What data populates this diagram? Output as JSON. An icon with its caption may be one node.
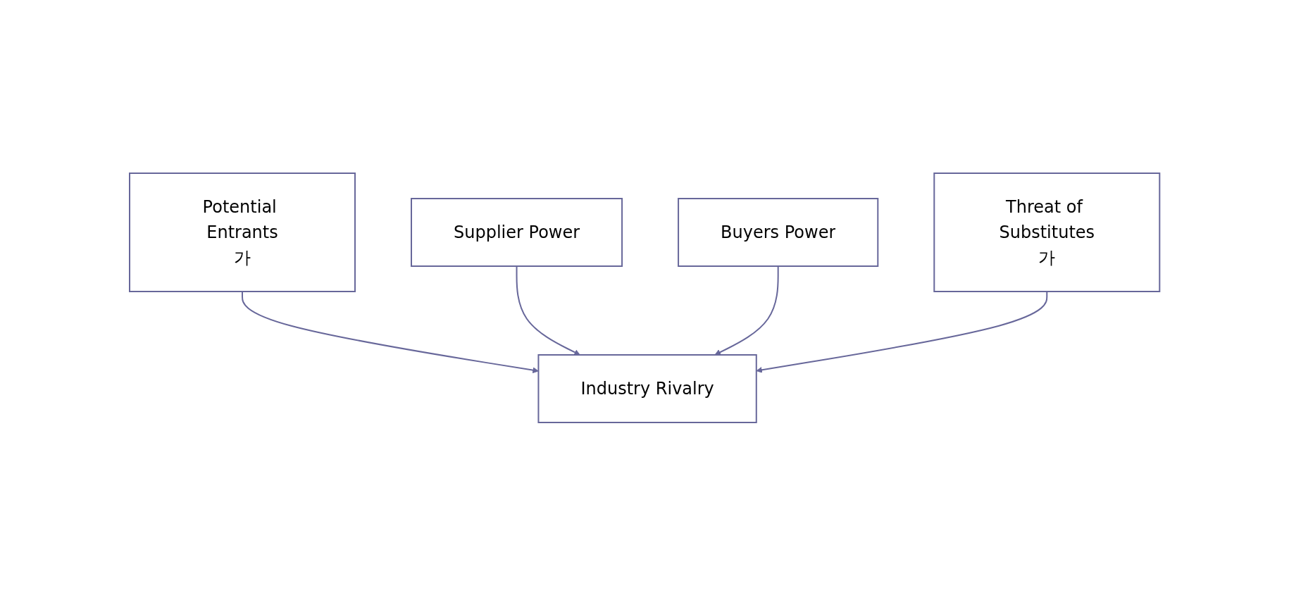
{
  "diagram": {
    "nodes": [
      {
        "text": [
          "Potential Entrants",
          "가"
        ]
      },
      {
        "text": [
          "Supplier Power"
        ]
      },
      {
        "text": [
          "Industry Rivalry"
        ]
      },
      {
        "text": [
          "Buyers Power"
        ]
      },
      {
        "text": [
          "Threat of Substitutes",
          "가"
        ]
      }
    ],
    "edges": [
      {
        "from": 0,
        "to": 2,
        "arrow": "to"
      },
      {
        "from": 1,
        "to": 2,
        "arrow": "to"
      },
      {
        "from": 3,
        "to": 2,
        "arrow": "to"
      },
      {
        "from": 4,
        "to": 2,
        "arrow": "to"
      }
    ]
  }
}
